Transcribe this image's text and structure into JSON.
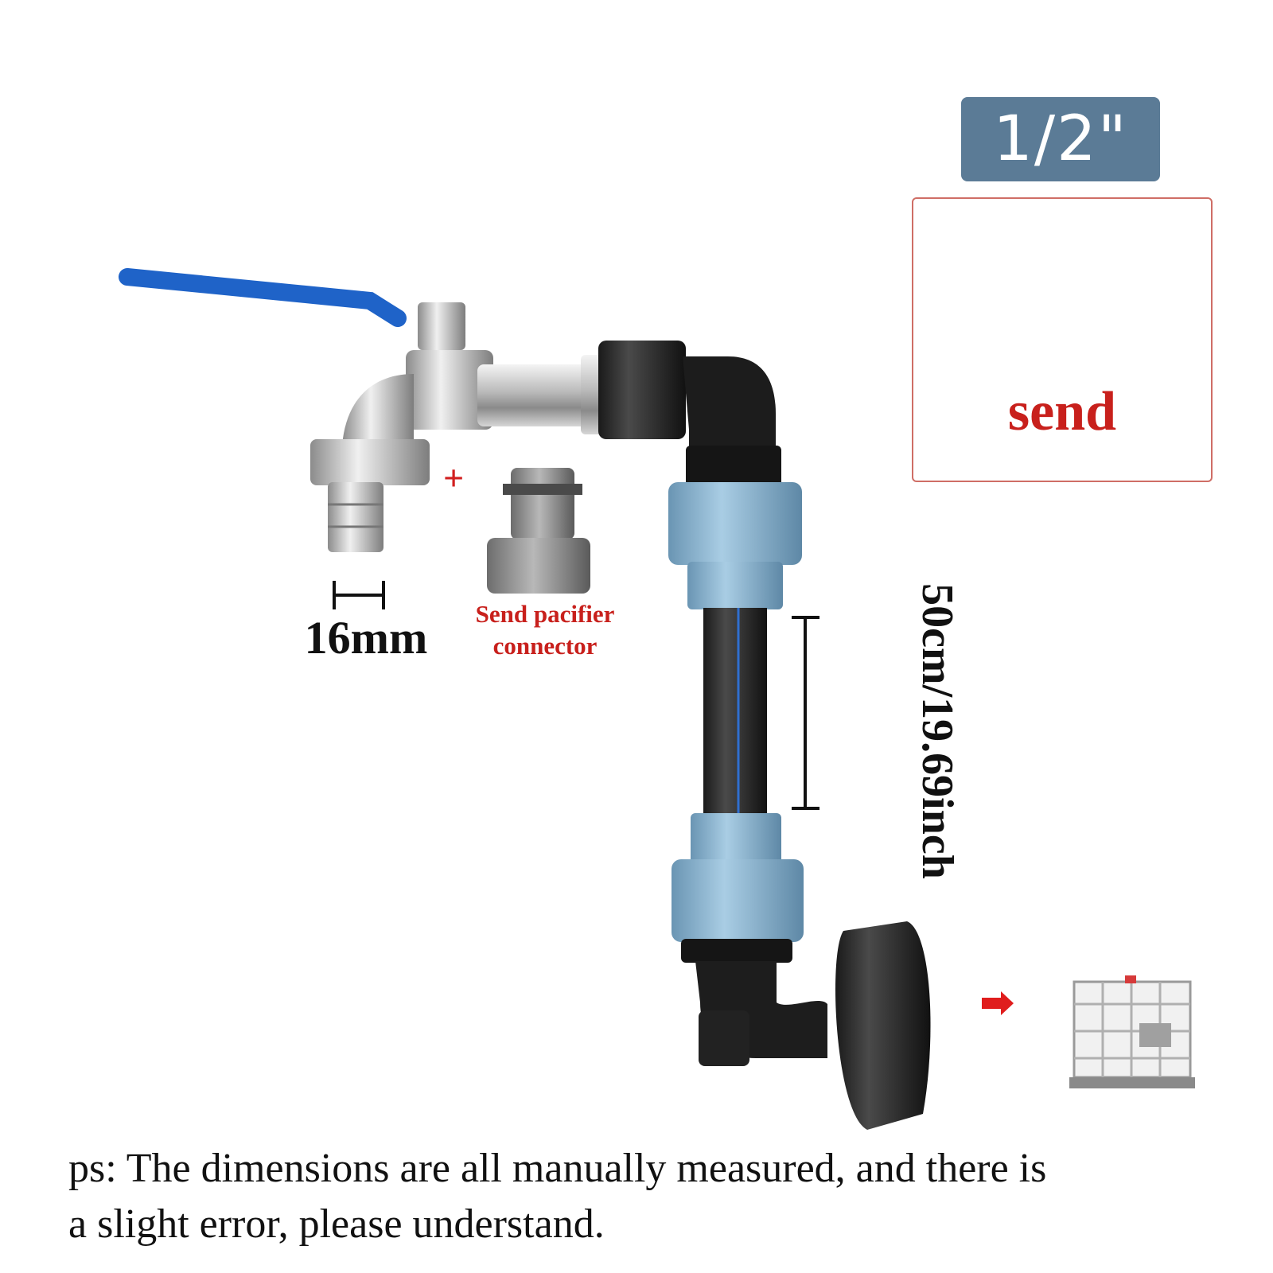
{
  "badge": {
    "size": "1/2\""
  },
  "tape": {
    "label": "send"
  },
  "faucet": {
    "outlet_size": "16mm"
  },
  "connector": {
    "plus": "+",
    "label_line1": "Send pacifier",
    "label_line2": "connector"
  },
  "pipe": {
    "length": "50cm/19.69inch"
  },
  "note": {
    "line1": "ps: The dimensions are all manually measured, and there is",
    "line2": "a slight error, please understand."
  },
  "colors": {
    "accent_red": "#c8201c",
    "badge_blue": "#5b7b96",
    "fitting_blue": "#8eb8d4"
  }
}
